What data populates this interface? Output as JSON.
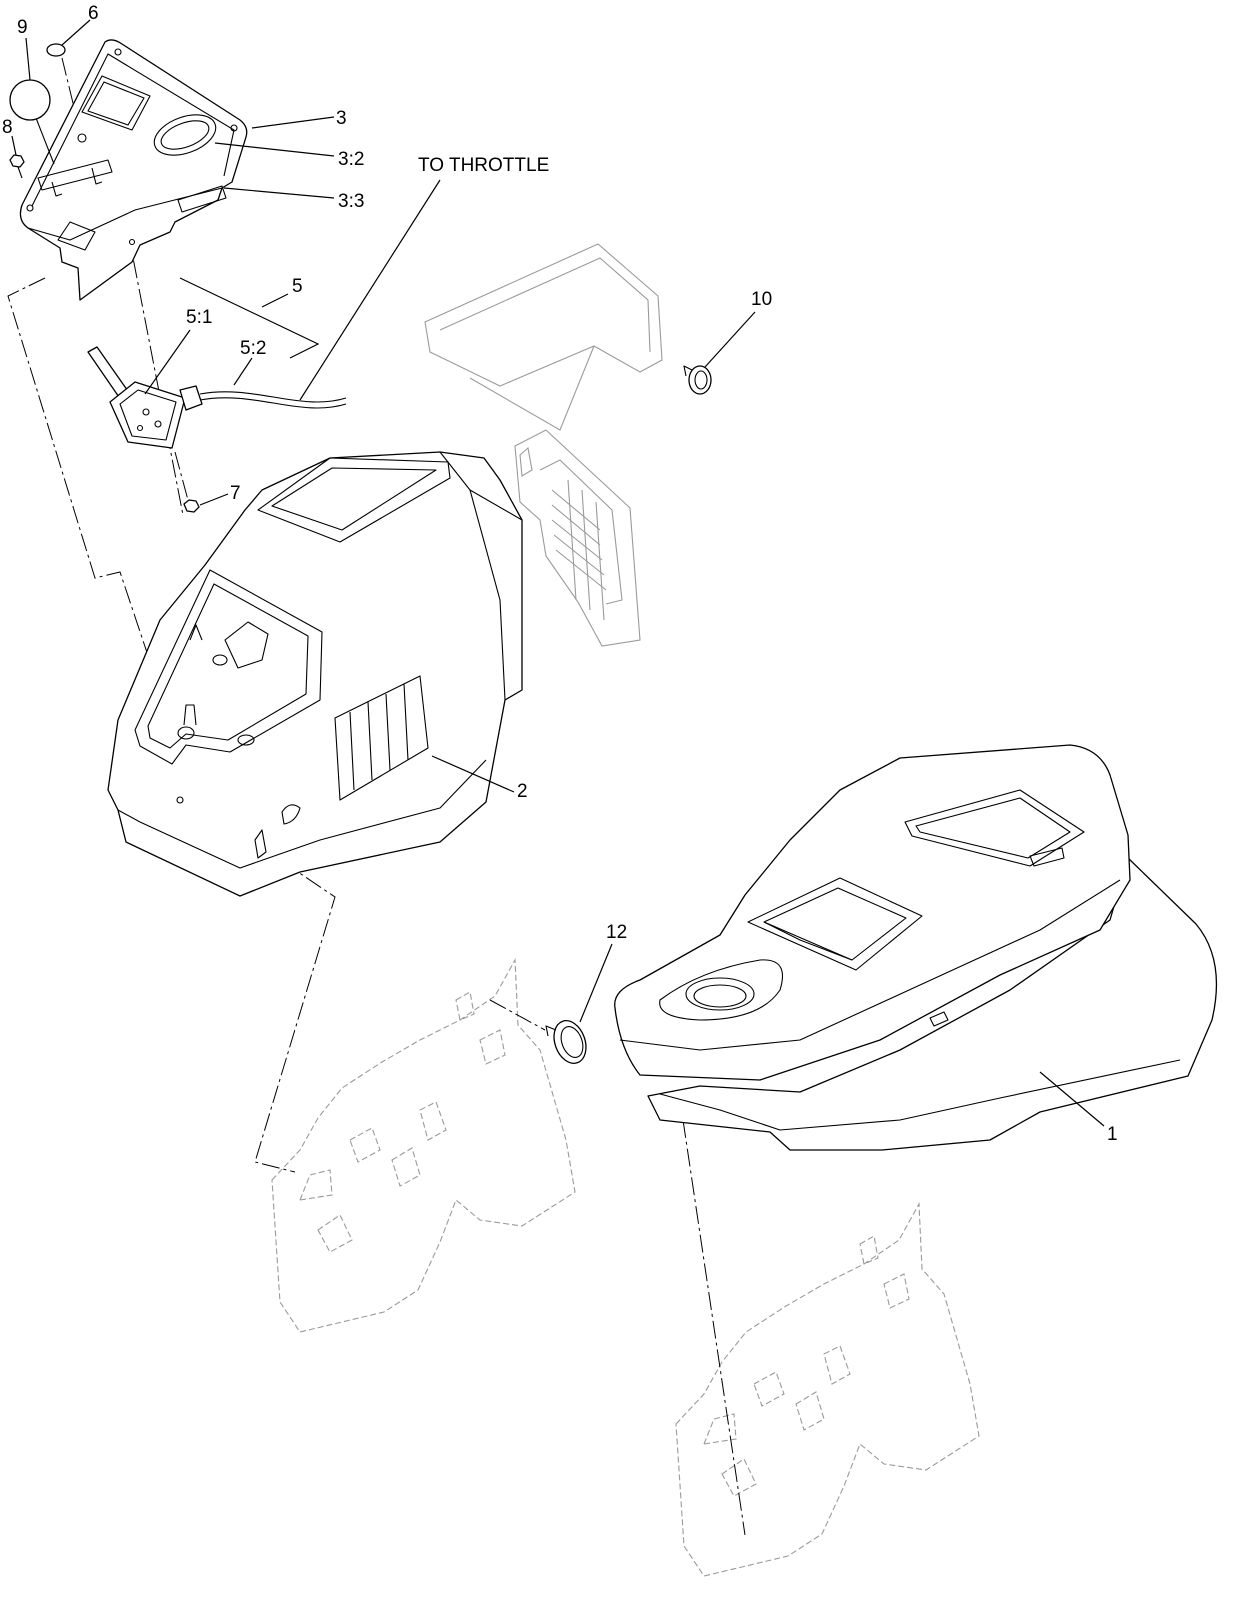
{
  "diagram": {
    "callouts": {
      "item_9": "9",
      "item_6": "6",
      "item_8": "8",
      "item_3": "3",
      "item_3_2": "3:2",
      "item_3_3": "3:3",
      "to_throttle": "TO THROTTLE",
      "item_5": "5",
      "item_5_1": "5:1",
      "item_5_2": "5:2",
      "item_10": "10",
      "item_7": "7",
      "item_2": "2",
      "item_12": "12",
      "item_1": "1"
    },
    "colors": {
      "line": "#000000",
      "hidden_line": "#9a9a9a",
      "background": "#ffffff"
    }
  }
}
